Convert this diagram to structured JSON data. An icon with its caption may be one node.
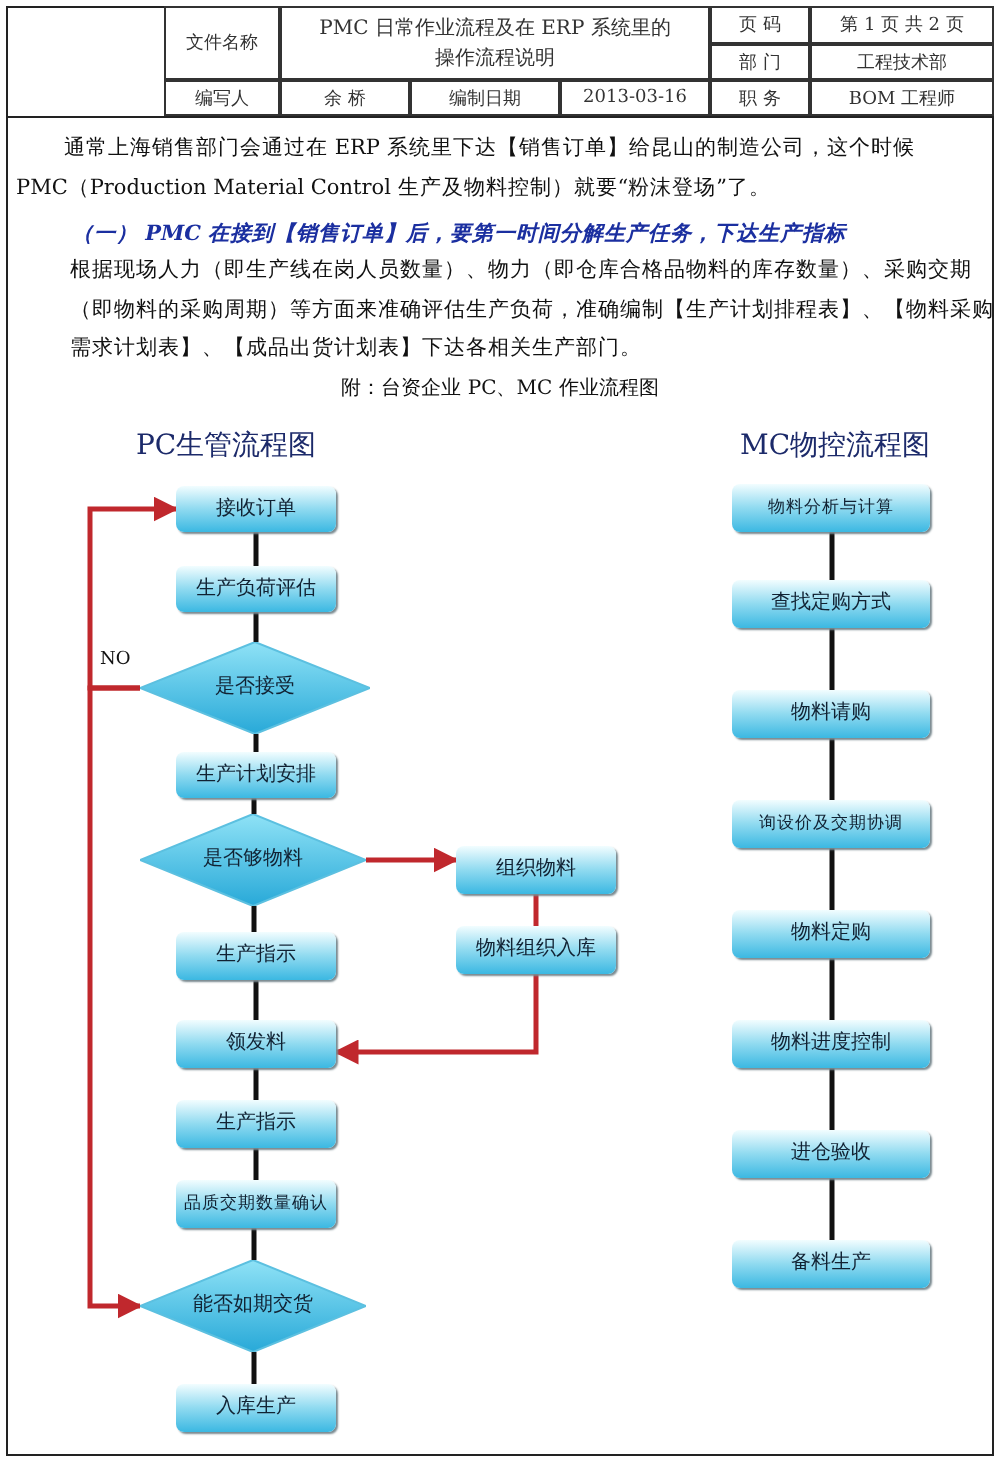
{
  "diagram": {
    "title": "PMC 日常作业流程及在 ERP 系统里的操作流程说明",
    "nodes": [
      {
        "text": [
          "接收订单"
        ]
      },
      {
        "text": [
          "生产负荷评估"
        ]
      },
      {
        "text": [
          "是否接受"
        ]
      },
      {
        "text": [
          "生产计划安排"
        ]
      },
      {
        "text": [
          "是否够物料"
        ]
      },
      {
        "text": [
          "组织物料"
        ]
      },
      {
        "text": [
          "物料组织入库"
        ]
      },
      {
        "text": [
          "生产指示"
        ]
      },
      {
        "text": [
          "领发料"
        ]
      },
      {
        "text": [
          "生产指示"
        ]
      },
      {
        "text": [
          "品质交期数量确认"
        ]
      },
      {
        "text": [
          "能否如期交货"
        ]
      },
      {
        "text": [
          "入库生产"
        ]
      },
      {
        "text": [
          "物料分析与计算"
        ]
      },
      {
        "text": [
          "查找定购方式"
        ]
      },
      {
        "text": [
          "物料请购"
        ]
      },
      {
        "text": [
          "询设价及交期协调"
        ]
      },
      {
        "text": [
          "物料定购"
        ]
      },
      {
        "text": [
          "物料进度控制"
        ]
      },
      {
        "text": [
          "进仓验收"
        ]
      },
      {
        "text": [
          "备料生产"
        ]
      }
    ],
    "edges": [
      {
        "from": 0,
        "to": 1,
        "arrow": "none"
      },
      {
        "from": 1,
        "to": 2,
        "arrow": "none"
      },
      {
        "from": 2,
        "to": 3,
        "arrow": "none"
      },
      {
        "from": 3,
        "to": 4,
        "arrow": "none"
      },
      {
        "from": 4,
        "to": 7,
        "arrow": "none"
      },
      {
        "from": 7,
        "to": 8,
        "arrow": "none"
      },
      {
        "from": 8,
        "to": 9,
        "arrow": "none"
      },
      {
        "from": 9,
        "to": 10,
        "arrow": "none"
      },
      {
        "from": 10,
        "to": 11,
        "arrow": "none"
      },
      {
        "from": 11,
        "to": 12,
        "arrow": "none"
      },
      {
        "from": 2,
        "to": 0,
        "arrow": "to",
        "label": "NO",
        "color": "#c0282d"
      },
      {
        "from": 2,
        "to": 11,
        "arrow": "to",
        "color": "#c0282d"
      },
      {
        "from": 4,
        "to": 5,
        "arrow": "to",
        "color": "#c0282d"
      },
      {
        "from": 5,
        "to": 6,
        "arrow": "none",
        "color": "#c0282d"
      },
      {
        "from": 6,
        "to": 8,
        "arrow": "to",
        "color": "#c0282d"
      },
      {
        "from": 13,
        "to": 14,
        "arrow": "none"
      },
      {
        "from": 14,
        "to": 15,
        "arrow": "none"
      },
      {
        "from": 15,
        "to": 16,
        "arrow": "none"
      },
      {
        "from": 16,
        "to": 17,
        "arrow": "none"
      },
      {
        "from": 17,
        "to": 18,
        "arrow": "none"
      },
      {
        "from": 18,
        "to": 19,
        "arrow": "none"
      },
      {
        "from": 19,
        "to": 20,
        "arrow": "none"
      }
    ],
    "labels": [
      "文件名称",
      "页 码",
      "第 1 页 共 2 页",
      "部 门",
      "工程技术部",
      "编写人",
      "余 桥",
      "编制日期",
      "2013-03-16",
      "职 务",
      "BOM 工程师",
      "通常上海销售部门会通过在 ERP 系统里下达【销售订单】给昆山的制造公司，这个时候 PMC（Production Material Control 生产及物料控制）就要“粉沫登场”了。",
      "（一） PMC 在接到【销售订单】后，要第一时间分解生产任务，下达生产指标",
      "根据现场人力（即生产线在岗人员数量）、物力（即仓库合格品物料的库存数量）、采购交期（即物料的采购周期）等方面来准确评估生产负荷，准确编制【生产计划排程表】、【物料采购需求计划表】、【成品出货计划表】下达各相关生产部门。",
      "附：台资企业 PC、MC 作业流程图",
      "PC生管流程图",
      "MC物控流程图"
    ]
  }
}
